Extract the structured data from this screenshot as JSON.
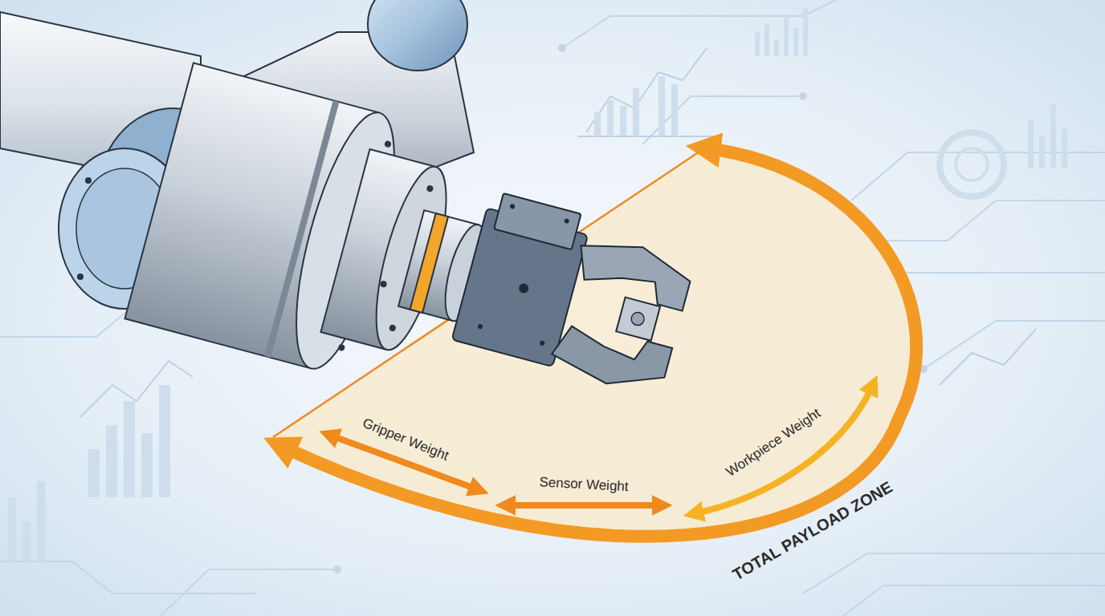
{
  "diagram": {
    "labels": [
      "Gripper Weight",
      "Sensor Weight",
      "Workpiece Weight",
      "TOTAL PAYLOAD ZONE"
    ]
  }
}
